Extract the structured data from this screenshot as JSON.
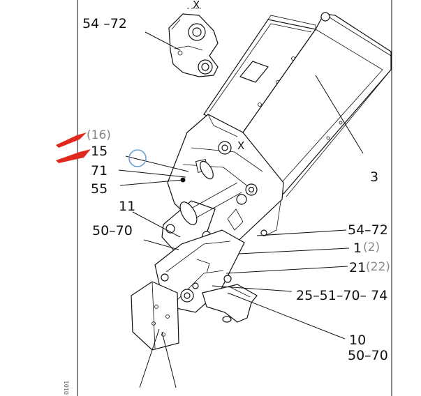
{
  "colors": {
    "frame": "#111111",
    "label": "#111111",
    "label_gray": "#888888",
    "arrow_marker": "#e0281e",
    "cursor_circle": "#6a9fd4"
  },
  "labels": {
    "l_54_72_top": "54 –72",
    "l_16": "(16)",
    "l_15": "15",
    "l_71": "71",
    "l_55": "55",
    "l_11": "11",
    "l_50_70_left": "50–70",
    "l_3": "3",
    "l_54_72_right": "54–72",
    "l_1": "1",
    "l_2": "(2)",
    "l_21": "21",
    "l_22": "(22)",
    "l_25_74": "25–51–70– 74",
    "l_10": "10",
    "l_50_70_bottom": "50–70",
    "x_top": "X",
    "x_mid": "X",
    "side_code": "0101"
  }
}
